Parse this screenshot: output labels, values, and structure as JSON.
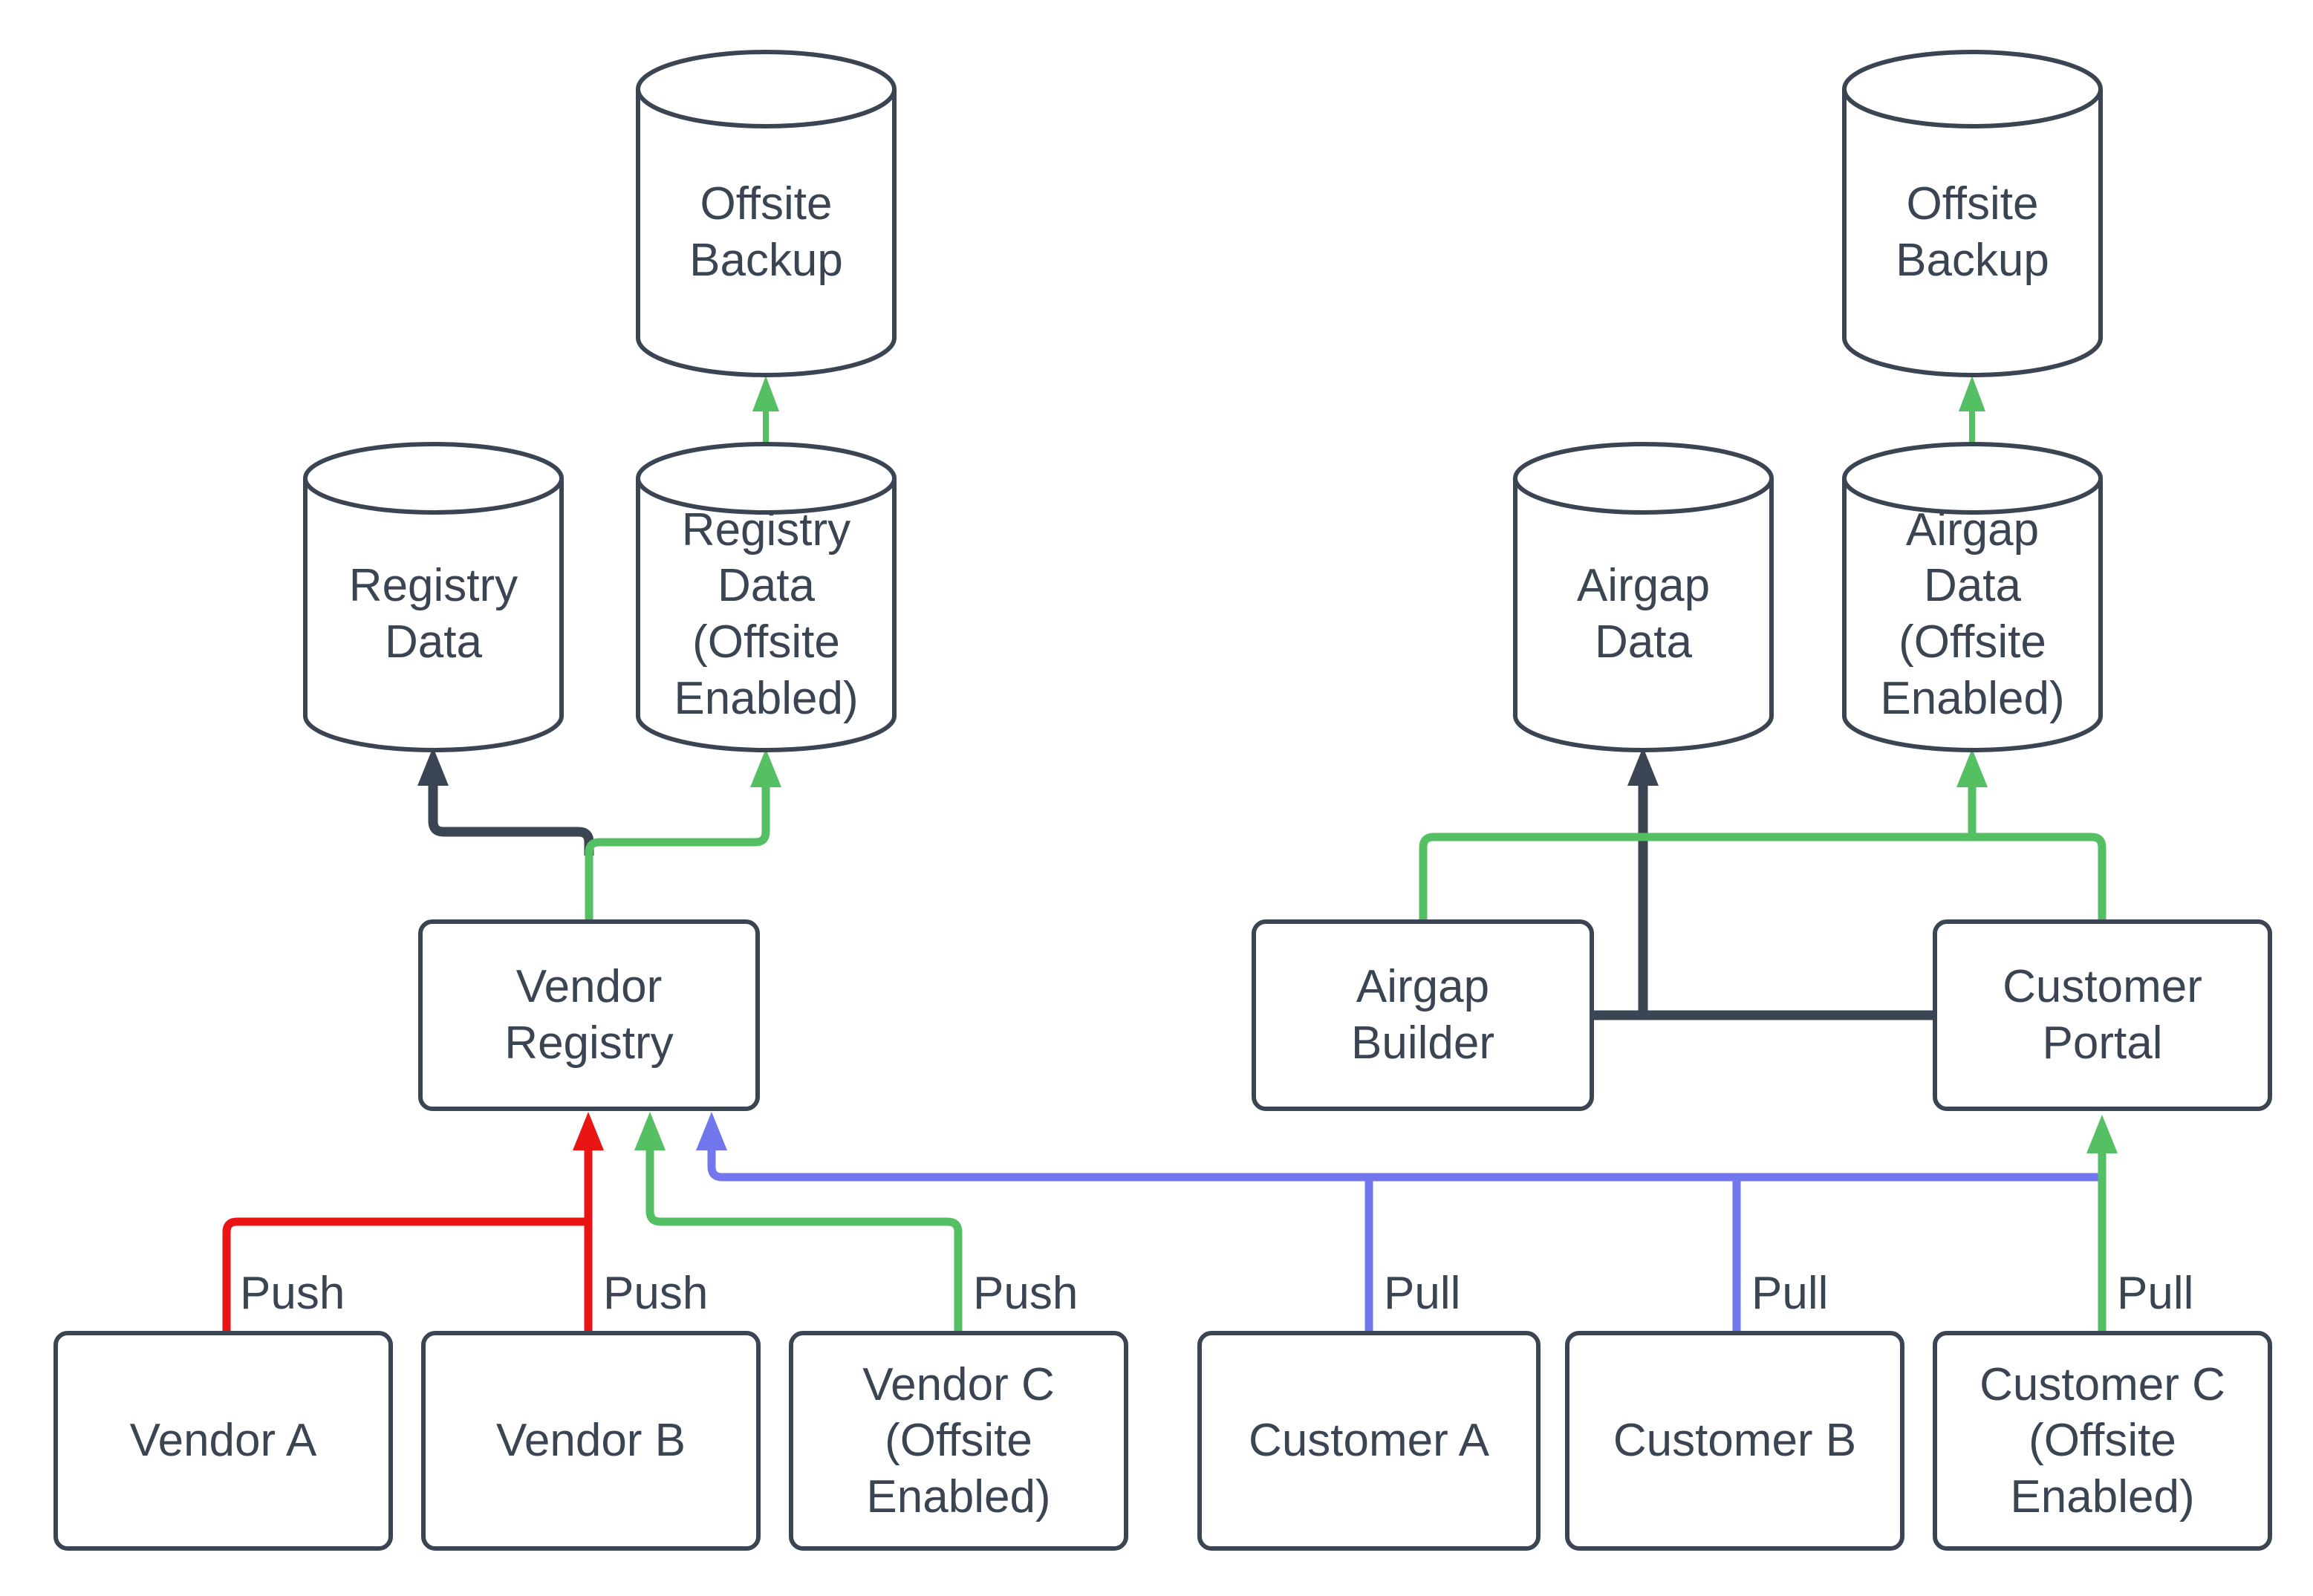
{
  "diagram": {
    "palette": {
      "stroke_dark": "#3A4453",
      "arrow_red": "#E91414",
      "arrow_green": "#54C063",
      "arrow_blue": "#7277EE",
      "node_fill": "#FFFFFF",
      "text": "#3A4453",
      "canvas": "#FFFFFF"
    },
    "nodes": {
      "offsite_backup_left": {
        "label": "Offsite\nBackup",
        "shape": "cylinder"
      },
      "offsite_backup_right": {
        "label": "Offsite\nBackup",
        "shape": "cylinder"
      },
      "registry_data": {
        "label": "Registry\nData",
        "shape": "cylinder"
      },
      "registry_data_offsite": {
        "label": "Registry\nData\n(Offsite\nEnabled)",
        "shape": "cylinder"
      },
      "airgap_data": {
        "label": "Airgap\nData",
        "shape": "cylinder"
      },
      "airgap_data_offsite": {
        "label": "Airgap\nData\n(Offsite\nEnabled)",
        "shape": "cylinder"
      },
      "vendor_registry": {
        "label": "Vendor\nRegistry",
        "shape": "box"
      },
      "airgap_builder": {
        "label": "Airgap\nBuilder",
        "shape": "box"
      },
      "customer_portal": {
        "label": "Customer\nPortal",
        "shape": "box"
      },
      "vendor_a": {
        "label": "Vendor A",
        "shape": "box"
      },
      "vendor_b": {
        "label": "Vendor B",
        "shape": "box"
      },
      "vendor_c_offsite": {
        "label": "Vendor C\n(Offsite\nEnabled)",
        "shape": "box"
      },
      "customer_a": {
        "label": "Customer A",
        "shape": "box"
      },
      "customer_b": {
        "label": "Customer B",
        "shape": "box"
      },
      "customer_c_offsite": {
        "label": "Customer C\n(Offsite\nEnabled)",
        "shape": "box"
      }
    },
    "flow_labels": {
      "vendor_a": "Push",
      "vendor_b": "Push",
      "vendor_c": "Push",
      "customer_a": "Pull",
      "customer_b": "Pull",
      "customer_c": "Pull"
    },
    "edges": [
      {
        "from": "vendor_a",
        "to": "vendor_registry",
        "color": "arrow_red",
        "label": "Push"
      },
      {
        "from": "vendor_b",
        "to": "vendor_registry",
        "color": "arrow_red",
        "label": "Push"
      },
      {
        "from": "vendor_c_offsite",
        "to": "vendor_registry",
        "color": "arrow_green",
        "label": "Push"
      },
      {
        "from": "customer_a",
        "to": "vendor_registry",
        "color": "arrow_blue",
        "label": "Pull"
      },
      {
        "from": "customer_b",
        "to": "vendor_registry",
        "color": "arrow_blue",
        "label": "Pull"
      },
      {
        "from": "customer_c_offsite",
        "to": "customer_portal",
        "color": "arrow_green",
        "label": "Pull"
      },
      {
        "from": "vendor_registry",
        "to": "registry_data",
        "color": "stroke_dark",
        "label": ""
      },
      {
        "from": "vendor_registry",
        "to": "registry_data_offsite",
        "color": "arrow_green",
        "label": ""
      },
      {
        "from": "registry_data_offsite",
        "to": "offsite_backup_left",
        "color": "arrow_green",
        "label": ""
      },
      {
        "from": "airgap_builder",
        "to": "airgap_data",
        "color": "stroke_dark",
        "label": ""
      },
      {
        "from": "customer_portal",
        "to": "airgap_data",
        "color": "stroke_dark",
        "label": ""
      },
      {
        "from": "airgap_builder",
        "to": "airgap_data_offsite",
        "color": "arrow_green",
        "label": ""
      },
      {
        "from": "customer_portal",
        "to": "airgap_data_offsite",
        "color": "arrow_green",
        "label": ""
      },
      {
        "from": "airgap_data_offsite",
        "to": "offsite_backup_right",
        "color": "arrow_green",
        "label": ""
      }
    ]
  }
}
